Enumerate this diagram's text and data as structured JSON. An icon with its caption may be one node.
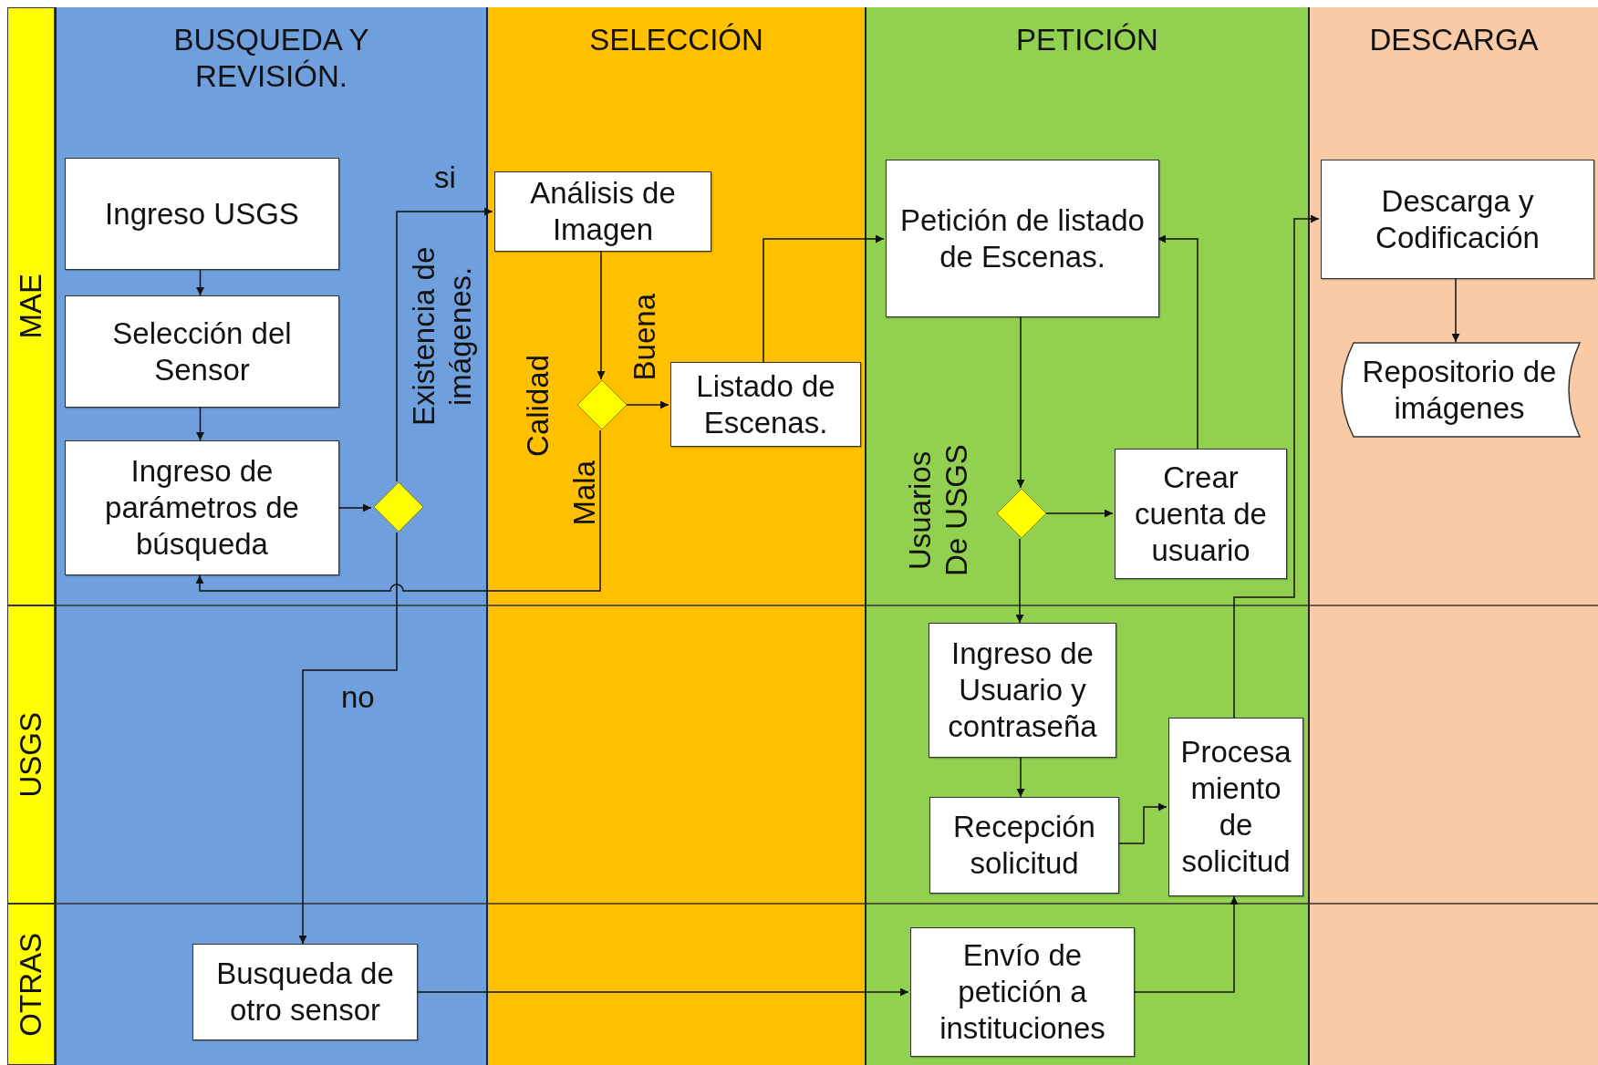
{
  "diagram": {
    "nodes": [
      {
        "text": [
          "BUSQUEDA Y REVISIÓN."
        ]
      },
      {
        "text": [
          "SELECCIÓN"
        ]
      },
      {
        "text": [
          "PETICIÓN"
        ]
      },
      {
        "text": [
          "DESCARGA"
        ]
      },
      {
        "text": [
          "MAE"
        ]
      },
      {
        "text": [
          "USGS"
        ]
      },
      {
        "text": [
          "OTRAS"
        ]
      },
      {
        "text": [
          "Ingreso USGS"
        ],
        "in": 0
      },
      {
        "text": [
          "Selección del Sensor"
        ],
        "in": 0
      },
      {
        "text": [
          "Ingreso de parámetros de búsqueda"
        ],
        "in": 0
      },
      {
        "text": [],
        "shape": "diamond",
        "in": 0
      },
      {
        "text": [
          "Análisis de Imagen"
        ],
        "in": 1
      },
      {
        "text": [],
        "shape": "diamond",
        "in": 1,
        "beside": [
          "Calidad"
        ]
      },
      {
        "text": [
          "Listado de Escenas."
        ],
        "in": 1
      },
      {
        "text": [
          "Petición de listado de Escenas."
        ],
        "in": 2
      },
      {
        "text": [],
        "shape": "diamond",
        "in": 2,
        "beside": [
          "Usuarios De USGS"
        ]
      },
      {
        "text": [
          "Crear cuenta de usuario"
        ],
        "in": 2
      },
      {
        "text": [
          "Ingreso de Usuario y contraseña"
        ],
        "in": 2
      },
      {
        "text": [
          "Recepción solicitud"
        ],
        "in": 2
      },
      {
        "text": [
          "Procesa miento de solicitud"
        ],
        "in": 2
      },
      {
        "text": [
          "Descarga y Codificación"
        ],
        "in": 3
      },
      {
        "text": [
          "Repositorio de imágenes"
        ],
        "in": 3
      },
      {
        "text": [
          "Busqueda de otro sensor"
        ],
        "in": 0
      },
      {
        "text": [
          "Envío de petición a instituciones"
        ],
        "in": 2
      }
    ],
    "edges": [
      {
        "from": 7,
        "to": 8,
        "arrow": "to"
      },
      {
        "from": 8,
        "to": 9,
        "arrow": "to"
      },
      {
        "from": 9,
        "to": 10,
        "arrow": "to"
      },
      {
        "from": 10,
        "to": 11,
        "arrow": "to",
        "label": "si"
      },
      {
        "from": 10,
        "to": 22,
        "arrow": "to",
        "label": "no"
      },
      {
        "from": 11,
        "to": 12,
        "arrow": "to"
      },
      {
        "from": 12,
        "to": 13,
        "arrow": "to",
        "label": "Buena"
      },
      {
        "from": 12,
        "to": 9,
        "arrow": "to",
        "label": "Mala"
      },
      {
        "from": 13,
        "to": 14,
        "arrow": "to"
      },
      {
        "from": 14,
        "to": 15,
        "arrow": "to"
      },
      {
        "from": 15,
        "to": 16,
        "arrow": "to"
      },
      {
        "from": 16,
        "to": 14,
        "arrow": "to"
      },
      {
        "from": 15,
        "to": 17,
        "arrow": "to"
      },
      {
        "from": 17,
        "to": 18,
        "arrow": "to"
      },
      {
        "from": 18,
        "to": 19,
        "arrow": "to"
      },
      {
        "from": 19,
        "to": 20,
        "arrow": "to"
      },
      {
        "from": 20,
        "to": 21,
        "arrow": "to"
      },
      {
        "from": 22,
        "to": 23,
        "arrow": "to"
      },
      {
        "from": 23,
        "to": 19,
        "arrow": "to"
      }
    ],
    "labels": [
      "Existencia de imágenes."
    ]
  }
}
